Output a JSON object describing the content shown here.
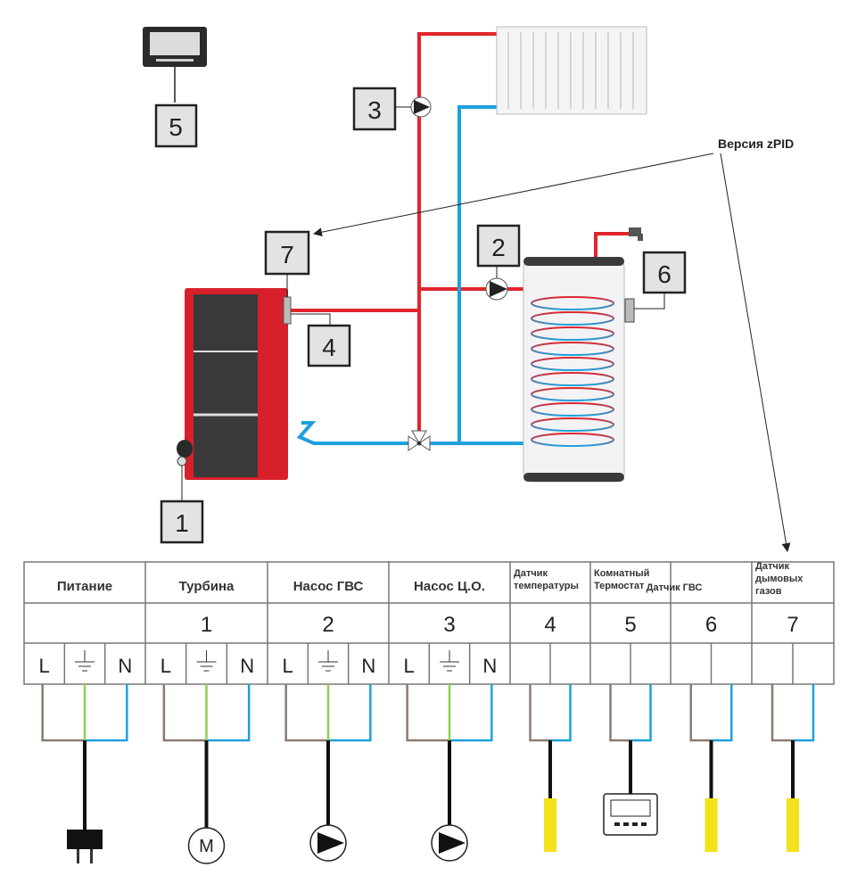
{
  "diagram": {
    "version_label": "Версия zPID",
    "callouts": [
      "1",
      "2",
      "3",
      "4",
      "5",
      "6",
      "7"
    ],
    "colors": {
      "hot_pipe": "#e0262c",
      "cold_pipe": "#1ea0dc",
      "boiler": "#d8202a",
      "wire_l": "#8a7b70",
      "wire_pe": "#8fd14f",
      "wire_n": "#1ea0dc",
      "sensor": "#f2e21c"
    }
  },
  "table": {
    "headers": [
      "Питание",
      "Турбина",
      "Насос ГВС",
      "Насос Ц.О.",
      "Датчик температуры",
      "Комнатный Термостат",
      "Датчик ГВС",
      "Датчик дымовых газов"
    ],
    "numbers": [
      "",
      "1",
      "2",
      "3",
      "4",
      "5",
      "6",
      "7"
    ],
    "terminal_labels": {
      "l": "L",
      "n": "N",
      "pe": "earth-icon"
    }
  },
  "devices": [
    "plug-icon",
    "motor-icon",
    "pump-icon",
    "pump-icon",
    "sensor-icon",
    "thermostat-icon",
    "sensor-icon",
    "sensor-icon"
  ],
  "motor_label": "M"
}
